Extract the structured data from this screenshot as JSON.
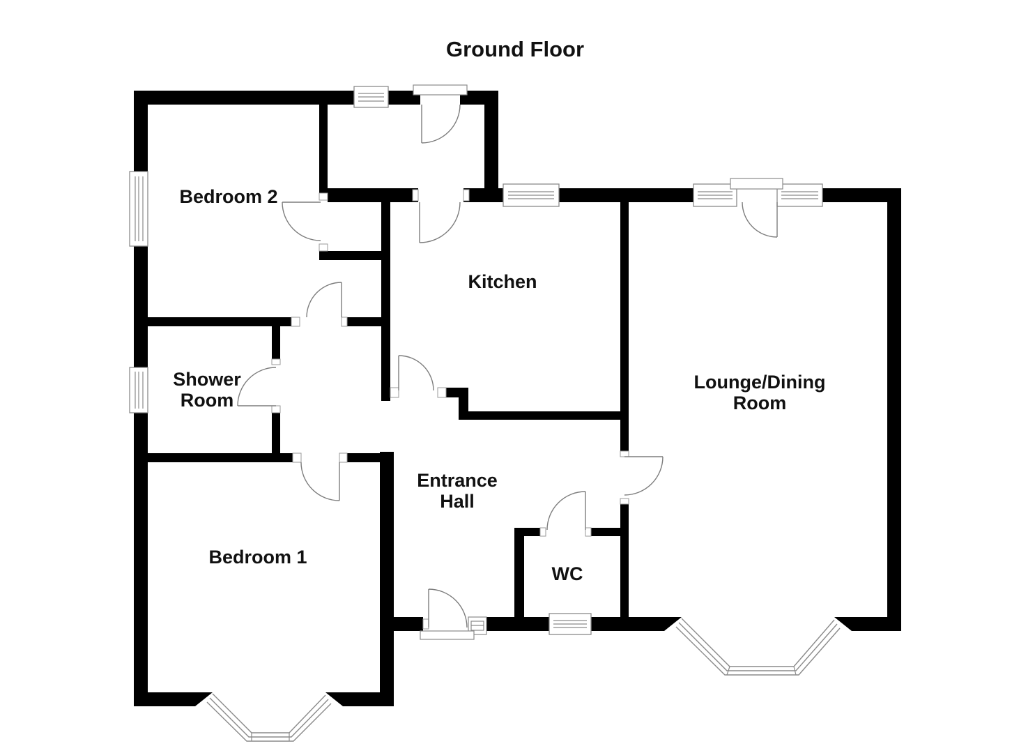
{
  "title": "Ground Floor",
  "rooms": {
    "bedroom2": {
      "label": "Bedroom 2"
    },
    "kitchen": {
      "label": "Kitchen"
    },
    "lounge_dining": {
      "label_line1": "Lounge/Dining",
      "label_line2": "Room"
    },
    "shower_room": {
      "label_line1": "Shower",
      "label_line2": "Room"
    },
    "entrance_hall": {
      "label_line1": "Entrance",
      "label_line2": "Hall"
    },
    "bedroom1": {
      "label": "Bedroom 1"
    },
    "wc": {
      "label": "WC"
    }
  },
  "colors": {
    "background": "#ffffff",
    "wall": "#000000",
    "text": "#111111",
    "door_line": "#7d7d7d",
    "window_line": "#8a8a8a"
  }
}
